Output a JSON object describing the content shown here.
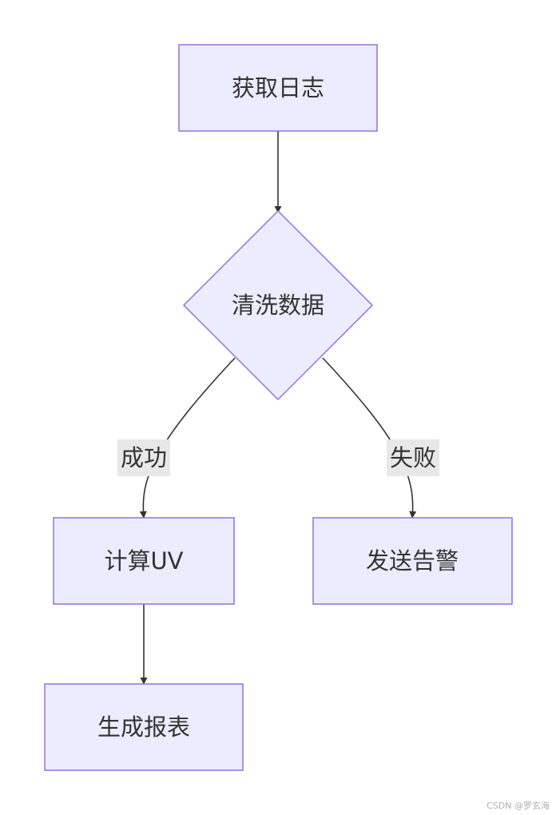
{
  "nodes": {
    "get_log": {
      "label": "获取日志",
      "shape": "rectangle"
    },
    "clean_data": {
      "label": "清洗数据",
      "shape": "diamond"
    },
    "calc_uv": {
      "label": "计算UV",
      "shape": "rectangle"
    },
    "send_alert": {
      "label": "发送告警",
      "shape": "rectangle"
    },
    "gen_report": {
      "label": "生成报表",
      "shape": "rectangle"
    }
  },
  "edges": [
    {
      "from": "get_log",
      "to": "clean_data",
      "label": ""
    },
    {
      "from": "clean_data",
      "to": "calc_uv",
      "label": "成功"
    },
    {
      "from": "clean_data",
      "to": "send_alert",
      "label": "失败"
    },
    {
      "from": "calc_uv",
      "to": "gen_report",
      "label": ""
    }
  ],
  "edge_labels": {
    "success": "成功",
    "failure": "失败"
  },
  "colors": {
    "node_fill": "#ececff",
    "node_stroke": "#9370db",
    "edge_stroke": "#333333",
    "label_background": "#e8e8e8",
    "text": "#333333"
  },
  "watermark": "CSDN @罗玄海"
}
